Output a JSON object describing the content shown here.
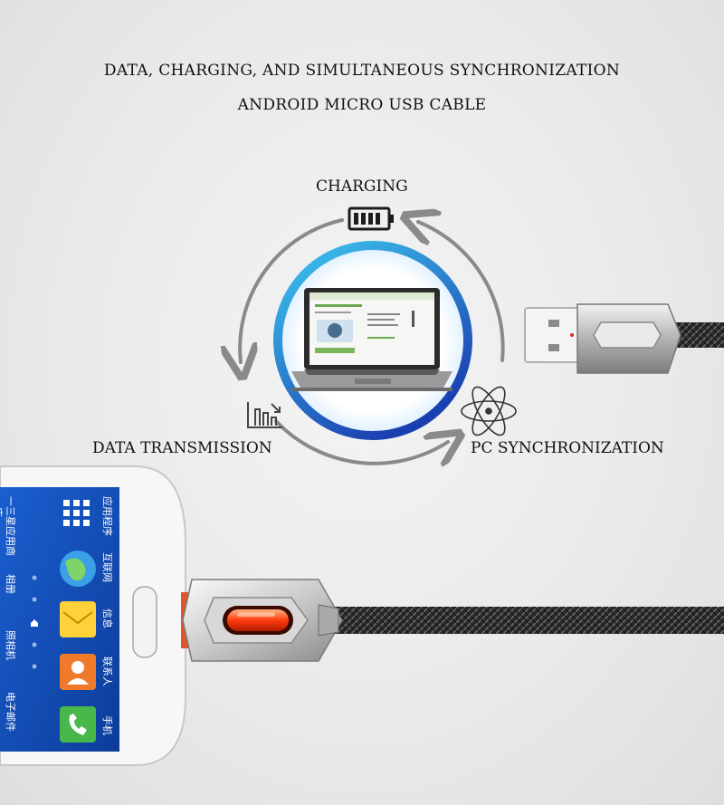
{
  "headline": {
    "line1": "DATA, CHARGING, AND SIMULTANEOUS SYNCHRONIZATION",
    "line2": "ANDROID MICRO USB CABLE"
  },
  "features": {
    "charging": "CHARGING",
    "data": "DATA TRANSMISSION",
    "pc": "PC SYNCHRONIZATION"
  },
  "phone": {
    "apps": [
      {
        "label": "应用程序",
        "icon": "apps-grid-icon"
      },
      {
        "label": "互联网",
        "icon": "globe-icon"
      },
      {
        "label": "信息",
        "icon": "envelope-icon"
      },
      {
        "label": "联系人",
        "icon": "contact-icon"
      },
      {
        "label": "手机",
        "icon": "phone-icon"
      }
    ],
    "left_labels": [
      "一三星应用商",
      "店",
      "相册",
      "照相机",
      "电子邮件"
    ]
  },
  "colors": {
    "ring_start": "#3ec8f0",
    "ring_end": "#1a3fb0",
    "arrow": "#8a8a8a",
    "led": "#ff4a10"
  }
}
